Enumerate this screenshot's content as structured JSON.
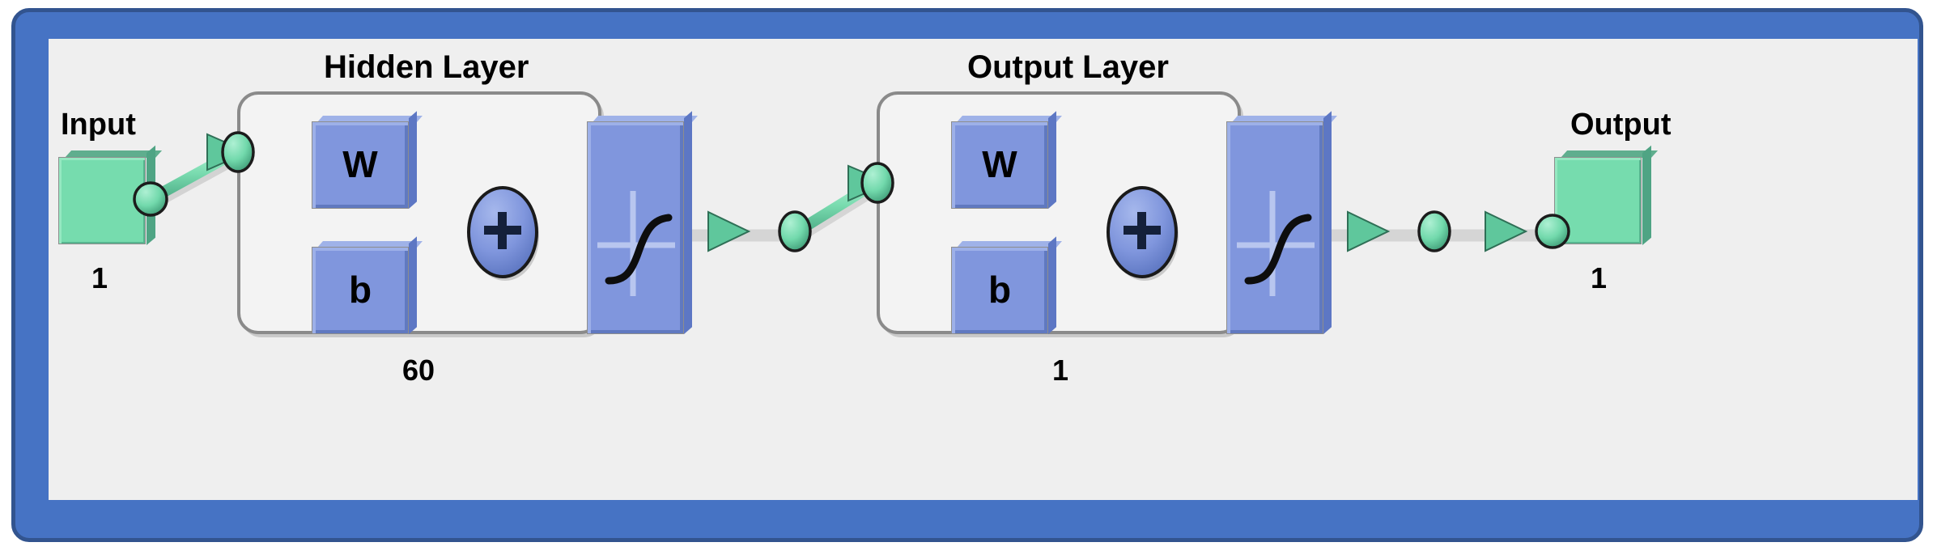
{
  "diagram": {
    "kind": "matlab-neural-network-architecture",
    "frame_color": "#4673c4",
    "frame_border_color": "#32548f",
    "canvas_color": "#efefef",
    "block_blue": "#8096dd",
    "node_green": "#76dcae",
    "layer_outline": "#8a8a8a"
  },
  "input": {
    "title": "Input",
    "size": "1"
  },
  "output": {
    "title": "Output",
    "size": "1"
  },
  "layers": [
    {
      "title": "Hidden Layer",
      "size": "60",
      "weight_label": "W",
      "bias_label": "b",
      "sum_label": "+",
      "transfer_function": "sigmoid"
    },
    {
      "title": "Output Layer",
      "size": "1",
      "weight_label": "W",
      "bias_label": "b",
      "sum_label": "+",
      "transfer_function": "sigmoid"
    }
  ]
}
